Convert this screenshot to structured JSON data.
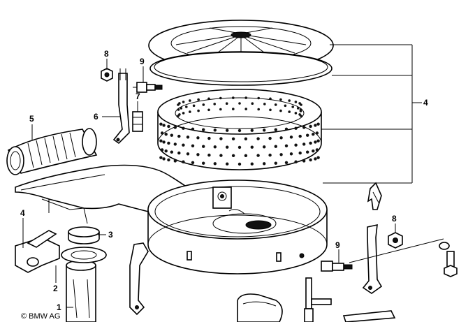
{
  "callouts": {
    "c1": "1",
    "c2": "2",
    "c3": "3",
    "c4_right": "4",
    "c4_left": "4",
    "c5": "5",
    "c6": "6",
    "c7": "7",
    "c8_top": "8",
    "c8_right": "8",
    "c9_top": "9",
    "c9_right": "9"
  },
  "copyright": "© BMW AG",
  "colors": {
    "line": "#000000",
    "background": "#ffffff"
  }
}
